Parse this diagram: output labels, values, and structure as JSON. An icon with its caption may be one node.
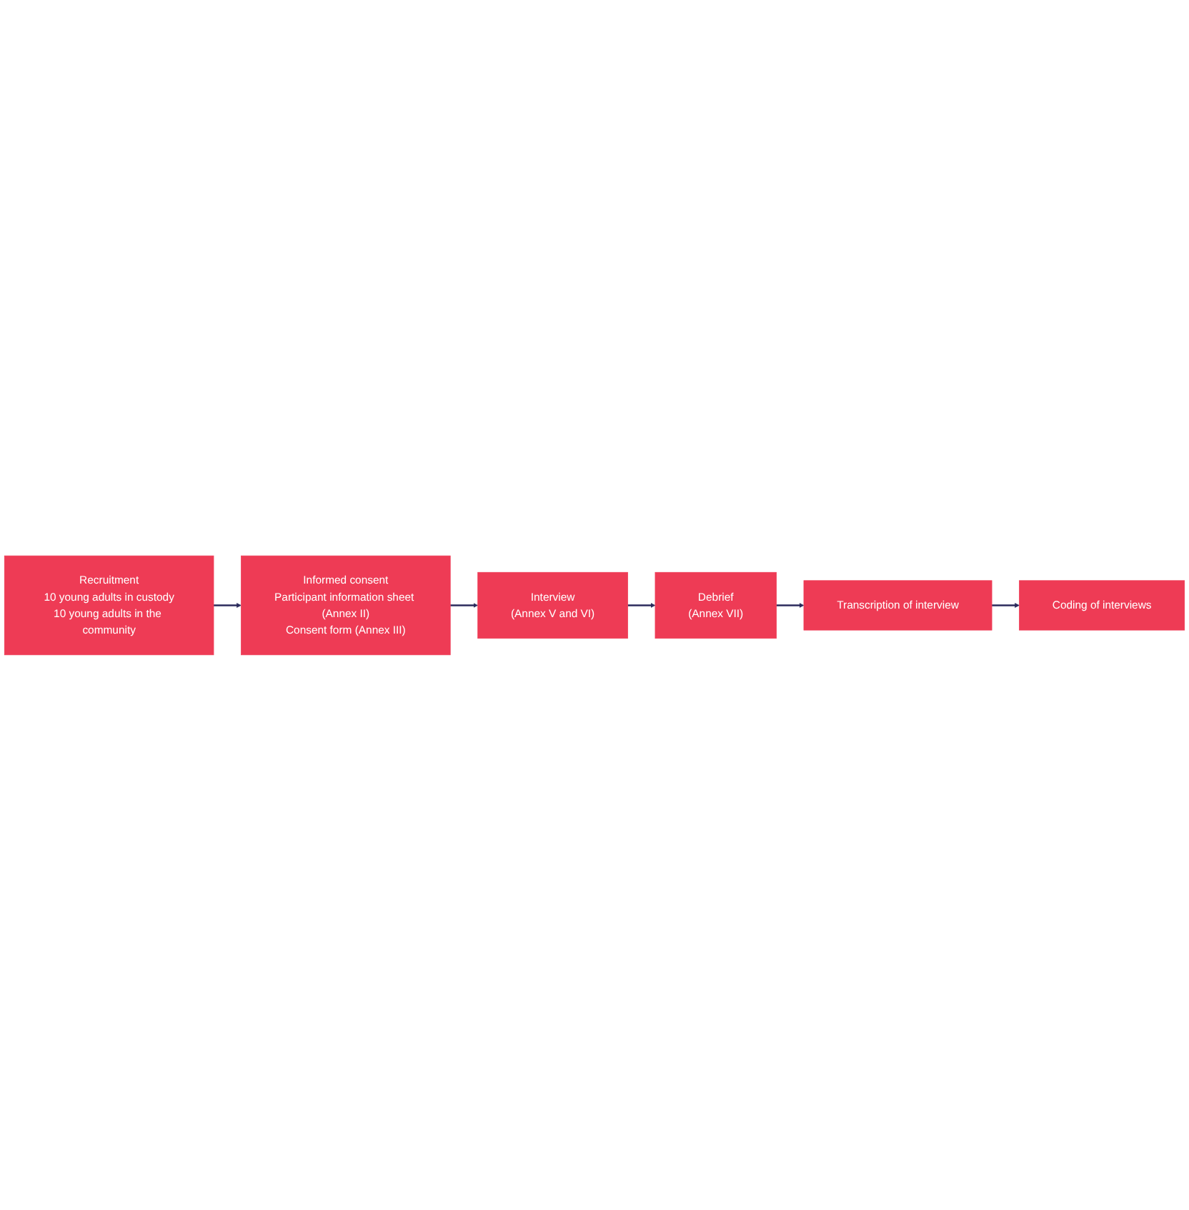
{
  "diagram": {
    "nodes": [
      {
        "text": [
          "Recruitment",
          "10 young adults in custody",
          "10 young adults in the community"
        ]
      },
      {
        "text": [
          "Informed consent",
          "Participant information sheet (Annex II)",
          "Consent form (Annex III)"
        ]
      },
      {
        "text": [
          "Interview",
          "(Annex V and VI)"
        ]
      },
      {
        "text": [
          "Debrief",
          "(Annex VII)"
        ]
      },
      {
        "text": [
          "Transcription of interview"
        ]
      },
      {
        "text": [
          "Coding of interviews"
        ]
      }
    ],
    "edges": [
      {
        "from": 0,
        "to": 1,
        "arrow": "to"
      },
      {
        "from": 1,
        "to": 2,
        "arrow": "to"
      },
      {
        "from": 2,
        "to": 3,
        "arrow": "to"
      },
      {
        "from": 3,
        "to": 4,
        "arrow": "to"
      },
      {
        "from": 4,
        "to": 5,
        "arrow": "to"
      }
    ]
  }
}
